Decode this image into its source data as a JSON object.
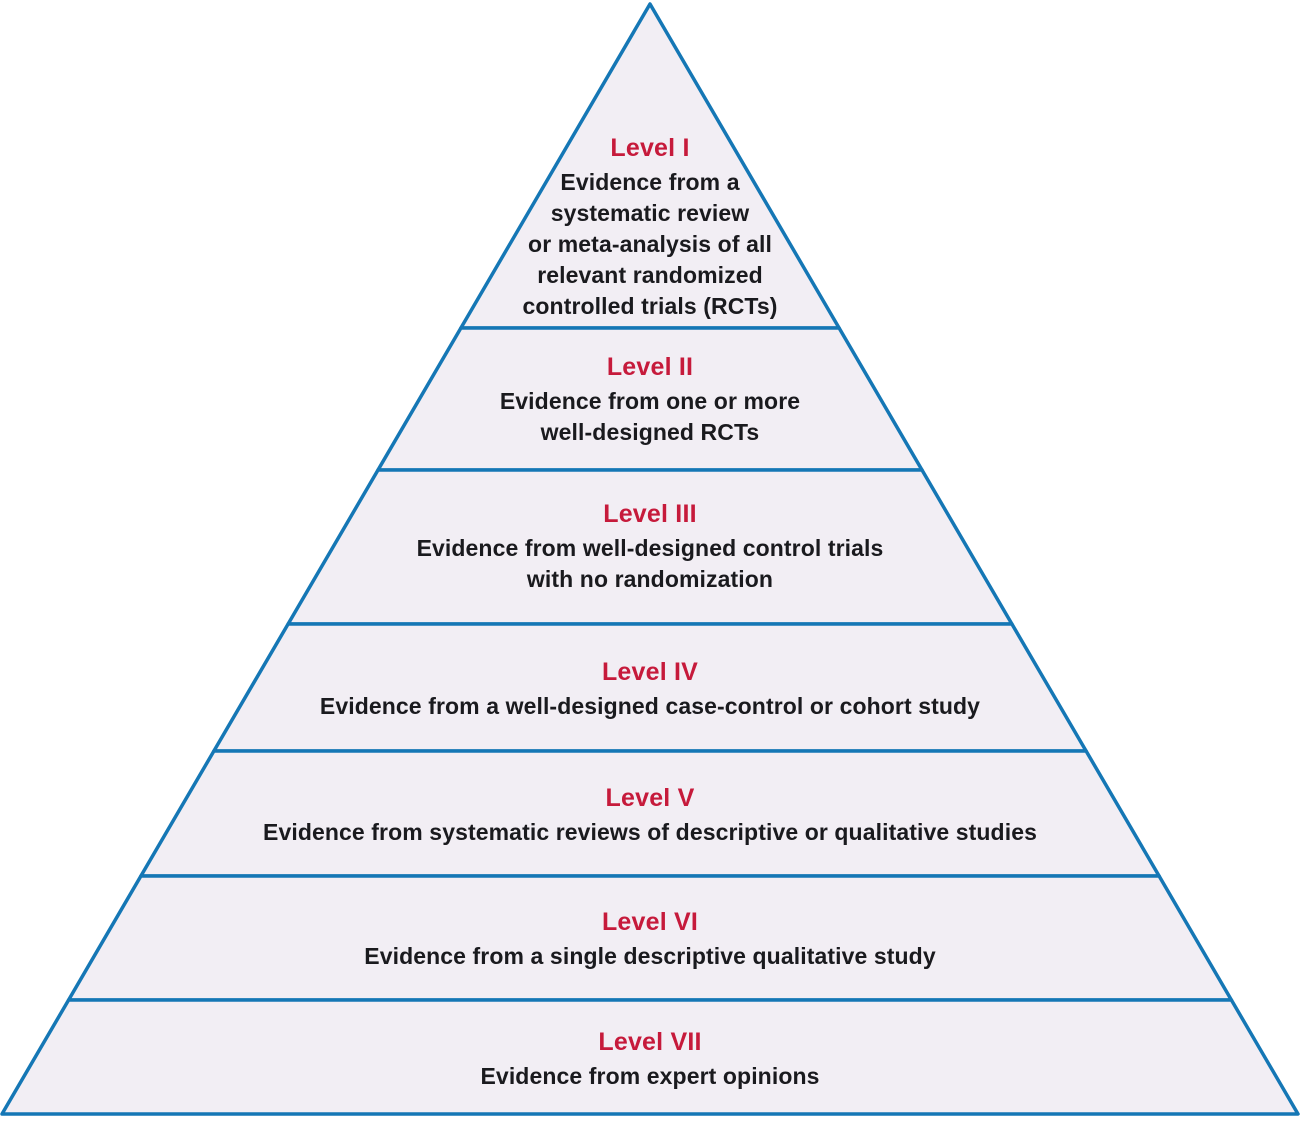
{
  "pyramid": {
    "levels": [
      {
        "label": "Level I",
        "description": "Evidence from a\nsystematic review\nor meta-analysis of all\nrelevant randomized\ncontrolled trials (RCTs)"
      },
      {
        "label": "Level II",
        "description": "Evidence from one or more\nwell-designed RCTs"
      },
      {
        "label": "Level III",
        "description": "Evidence from well-designed control trials\nwith no randomization"
      },
      {
        "label": "Level IV",
        "description": "Evidence from a well-designed case-control or cohort study"
      },
      {
        "label": "Level V",
        "description": "Evidence from systematic reviews of descriptive or qualitative studies"
      },
      {
        "label": "Level VI",
        "description": "Evidence from a single descriptive qualitative study"
      },
      {
        "label": "Level VII",
        "description": "Evidence from expert opinions"
      }
    ],
    "colors": {
      "outline": "#1577b5",
      "band_fill": "#f2eef4",
      "heading_text": "#c61a3b",
      "body_text": "#1a1a1e",
      "background": "#ffffff"
    }
  }
}
